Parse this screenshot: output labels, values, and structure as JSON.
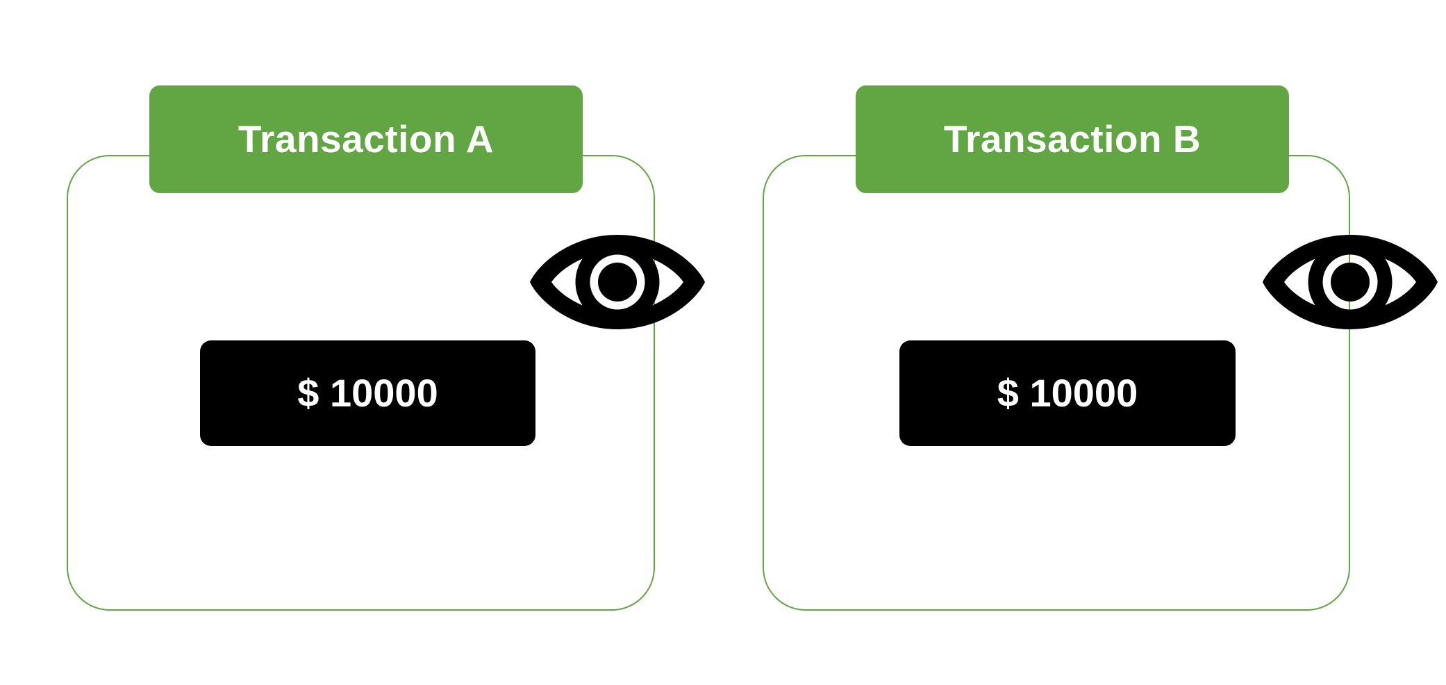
{
  "diagram": {
    "title_visible": false,
    "colors": {
      "accent_green": "#62A644",
      "badge_text": "#FFFFFF",
      "pill_background": "#000000",
      "pill_text": "#FFFFFF",
      "icon": "#000000",
      "canvas": "#FFFFFF"
    },
    "cards": [
      {
        "id": "transaction-a",
        "header_label": "Transaction A",
        "amount_label": "$ 10000",
        "currency_symbol": "$",
        "amount_value": "10000",
        "visibility_icon": "eye-icon"
      },
      {
        "id": "transaction-b",
        "header_label": "Transaction B",
        "amount_label": "$ 10000",
        "currency_symbol": "$",
        "amount_value": "10000",
        "visibility_icon": "eye-icon"
      }
    ]
  }
}
